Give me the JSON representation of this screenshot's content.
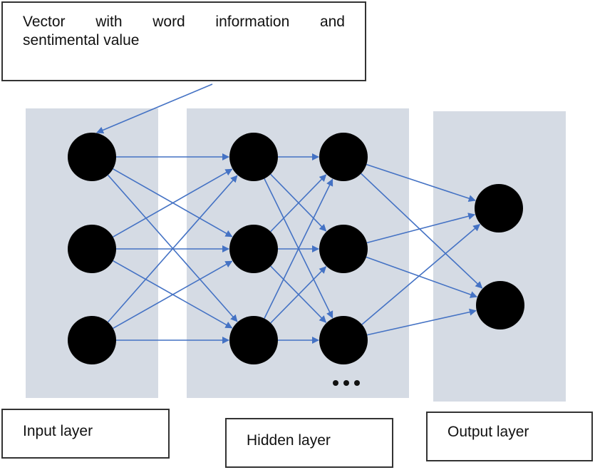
{
  "callout": {
    "line1_words": [
      "Vector",
      "with",
      "word",
      "information",
      "and"
    ],
    "line2": "sentimental value"
  },
  "layers": [
    {
      "name": "input",
      "label": "Input layer",
      "node_count": 3
    },
    {
      "name": "hidden",
      "label": "Hidden layer",
      "node_count": 6,
      "columns": 2,
      "ellipsis": "..."
    },
    {
      "name": "output",
      "label": "Output layer",
      "node_count": 2
    }
  ],
  "colors": {
    "panel": "#d5dbe4",
    "edge": "#4472c4",
    "node": "#000000"
  }
}
